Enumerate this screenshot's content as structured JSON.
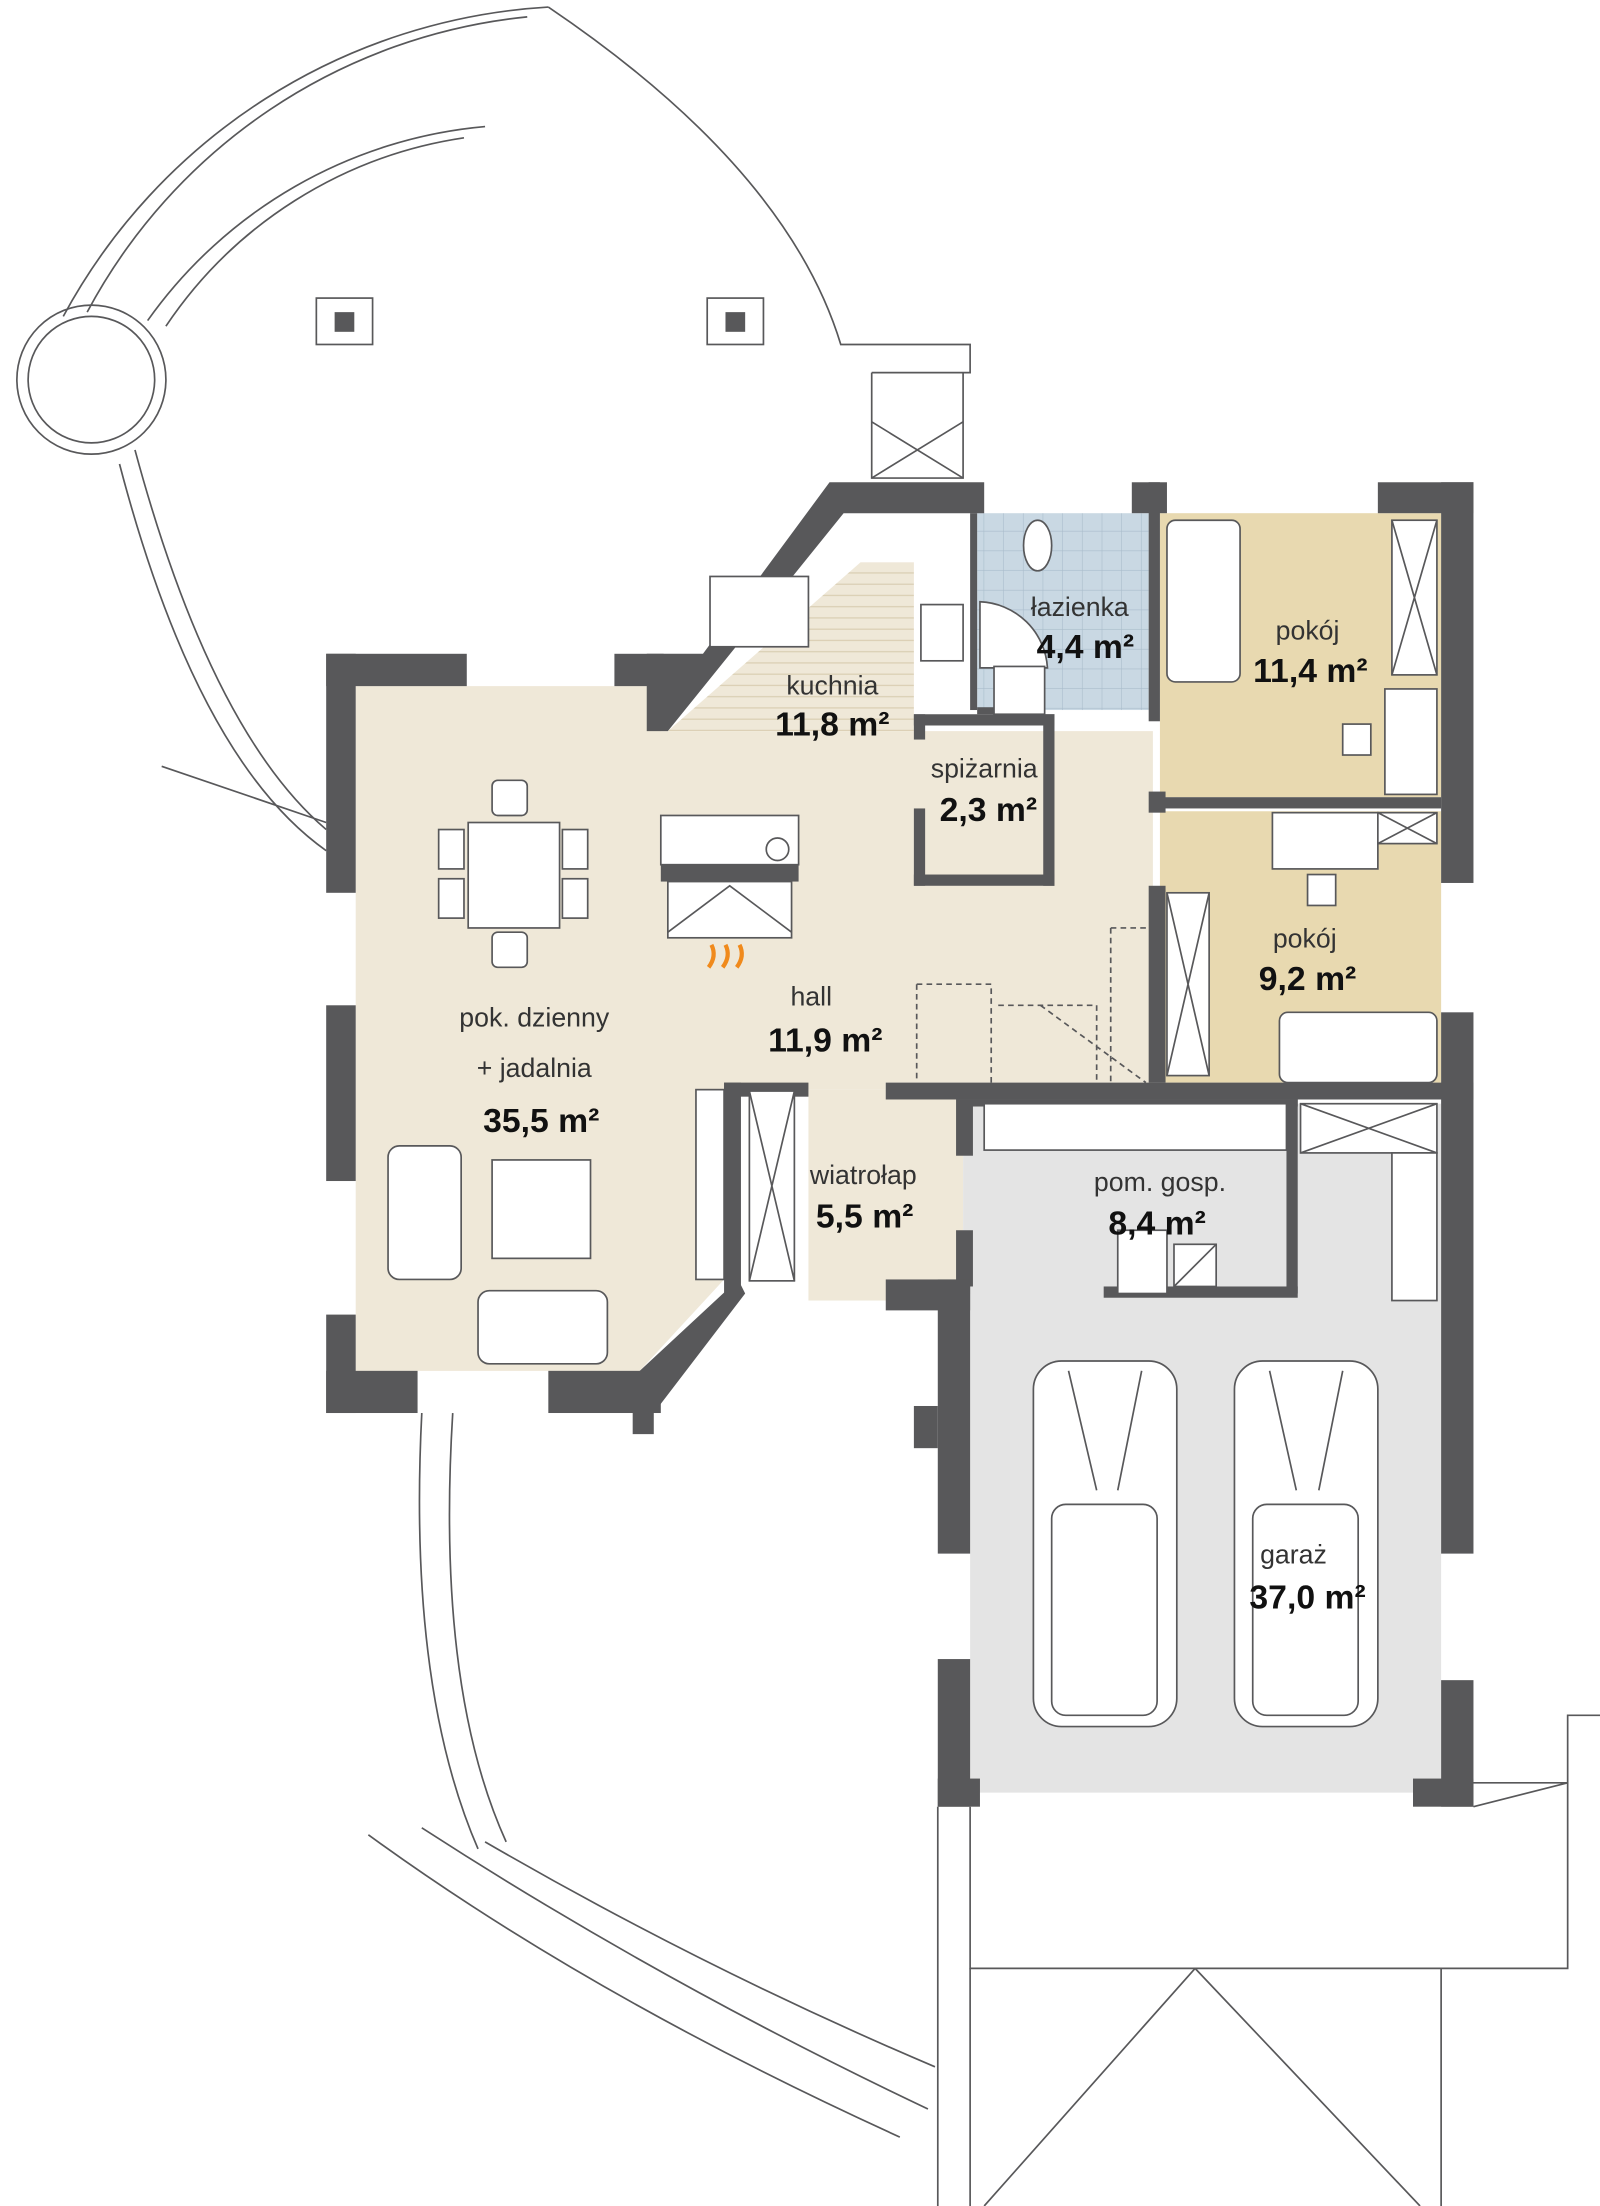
{
  "colors": {
    "wall": "#58585a",
    "living": "#efe8d8",
    "bedroom": "#e8d9b0",
    "bathroom": "#c9d8e3",
    "utility": "#e4e4e4",
    "fireplace_flame": "#f08a1c"
  },
  "rooms": [
    {
      "name": "kuchnia",
      "area": "11,8 m²"
    },
    {
      "name": "łazienka",
      "area": "4,4 m²"
    },
    {
      "name": "pokój",
      "area": "11,4 m²"
    },
    {
      "name": "spiżarnia",
      "area": "2,3 m²"
    },
    {
      "name": "pokój",
      "area": "9,2 m²"
    },
    {
      "name": "hall",
      "area": "11,9 m²"
    },
    {
      "name": "pok. dzienny",
      "name2": "+ jadalnia",
      "area": "35,5 m²"
    },
    {
      "name": "wiatrołap",
      "area": "5,5 m²"
    },
    {
      "name": "pom. gosp.",
      "area": "8,4 m²"
    },
    {
      "name": "garaż",
      "area": "37,0 m²"
    }
  ]
}
